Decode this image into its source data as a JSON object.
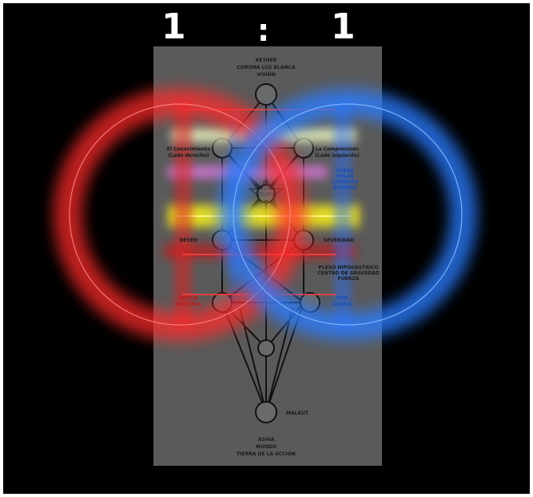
{
  "ratio": {
    "left": "1",
    "separator": ":",
    "right": "1"
  },
  "colors": {
    "background": "#000000",
    "panel": "#555555",
    "red_ring": "#ff2a2a",
    "blue_ring": "#2a7bff",
    "yellow_band": "#e8e020",
    "pink_band": "#d070d0",
    "cream_band": "#e8f0c0"
  },
  "tree": {
    "top": [
      "KETHER",
      "CORONA  LUZ BLANCA",
      "VISIÓN"
    ],
    "left_upper": [
      "El Conocimiento",
      "(Lado derecho)"
    ],
    "right_upper": [
      "La Comprensión",
      "(Lado izquierdo)"
    ],
    "heart": [
      "SOL",
      "TIFERET",
      "BELLEZA"
    ],
    "right_heart": [
      "PLEXO",
      "SOLAR",
      "CORAZÓN",
      "BONDAD"
    ],
    "left_mid": "DESEO",
    "right_mid": "SEVERIDAD",
    "right_lower": [
      "PLEXO HIPOGÁSTRICO",
      "CENTRO DE GRAVEDAD",
      "FUERZA"
    ],
    "left_bottom": [
      "NETZAJ",
      "VICTORIA"
    ],
    "right_bottom": [
      "HOD",
      "GLORIA"
    ],
    "malkut": "MALKUT",
    "bottom": [
      "ASHIA",
      "MUNDO",
      "TIERRA DE LA ACCIÓN"
    ]
  }
}
